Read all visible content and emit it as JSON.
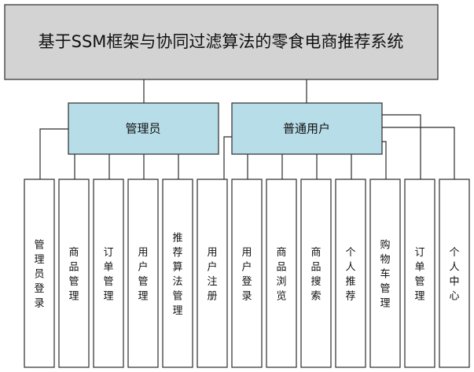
{
  "title": "基于SSM框架与协同过滤算法的零食电商推荐系统",
  "roles": {
    "admin": "管理员",
    "user": "普通用户"
  },
  "admin_modules": [
    "管理员登录",
    "商品管理",
    "订单管理",
    "用户管理",
    "推荐算法管理"
  ],
  "user_modules": [
    "用户注册",
    "用户登录",
    "商品浏览",
    "商品搜索",
    "个人推荐",
    "购物车管理",
    "订单管理",
    "个人中心"
  ],
  "colors": {
    "title_fill": "#d3d3d3",
    "role_fill": "#b7dde8",
    "leaf_fill": "#ffffff",
    "stroke": "#2b2b2b"
  }
}
